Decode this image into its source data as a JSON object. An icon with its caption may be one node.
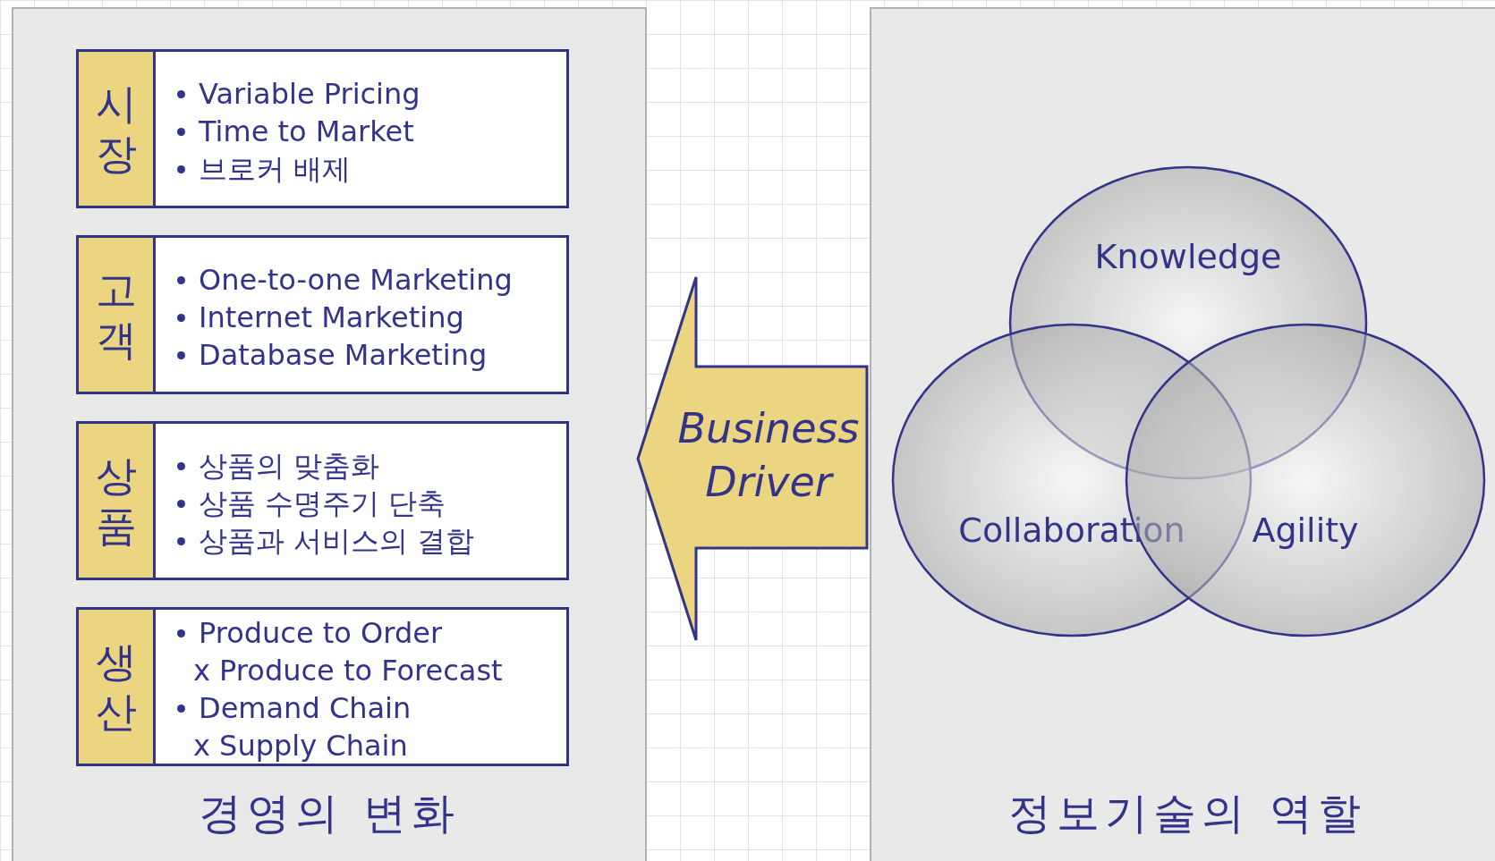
{
  "diagram": {
    "nodes": [
      {
        "text": [
          "경영의 변화"
        ]
      },
      {
        "text": [
          "시장",
          "Variable Pricing",
          "Time to Market",
          "브로커 배제"
        ],
        "in": 0
      },
      {
        "text": [
          "고객",
          "One-to-one Marketing",
          "Internet Marketing",
          "Database Marketing"
        ],
        "in": 0
      },
      {
        "text": [
          "상품",
          "상품의 맞춤화",
          "상품 수명주기 단축",
          "상품과 서비스의 결합"
        ],
        "in": 0
      },
      {
        "text": [
          "생산",
          "Produce to Order",
          "x Produce to Forecast",
          "Demand Chain",
          "x Supply Chain"
        ],
        "in": 0
      },
      {
        "text": [
          "Business Driver"
        ]
      },
      {
        "text": [
          "정보기술의 역할"
        ]
      },
      {
        "text": [
          "Knowledge"
        ],
        "in": 6
      },
      {
        "text": [
          "Collaboration"
        ],
        "in": 6
      },
      {
        "text": [
          "Agility"
        ],
        "in": 6
      }
    ]
  }
}
